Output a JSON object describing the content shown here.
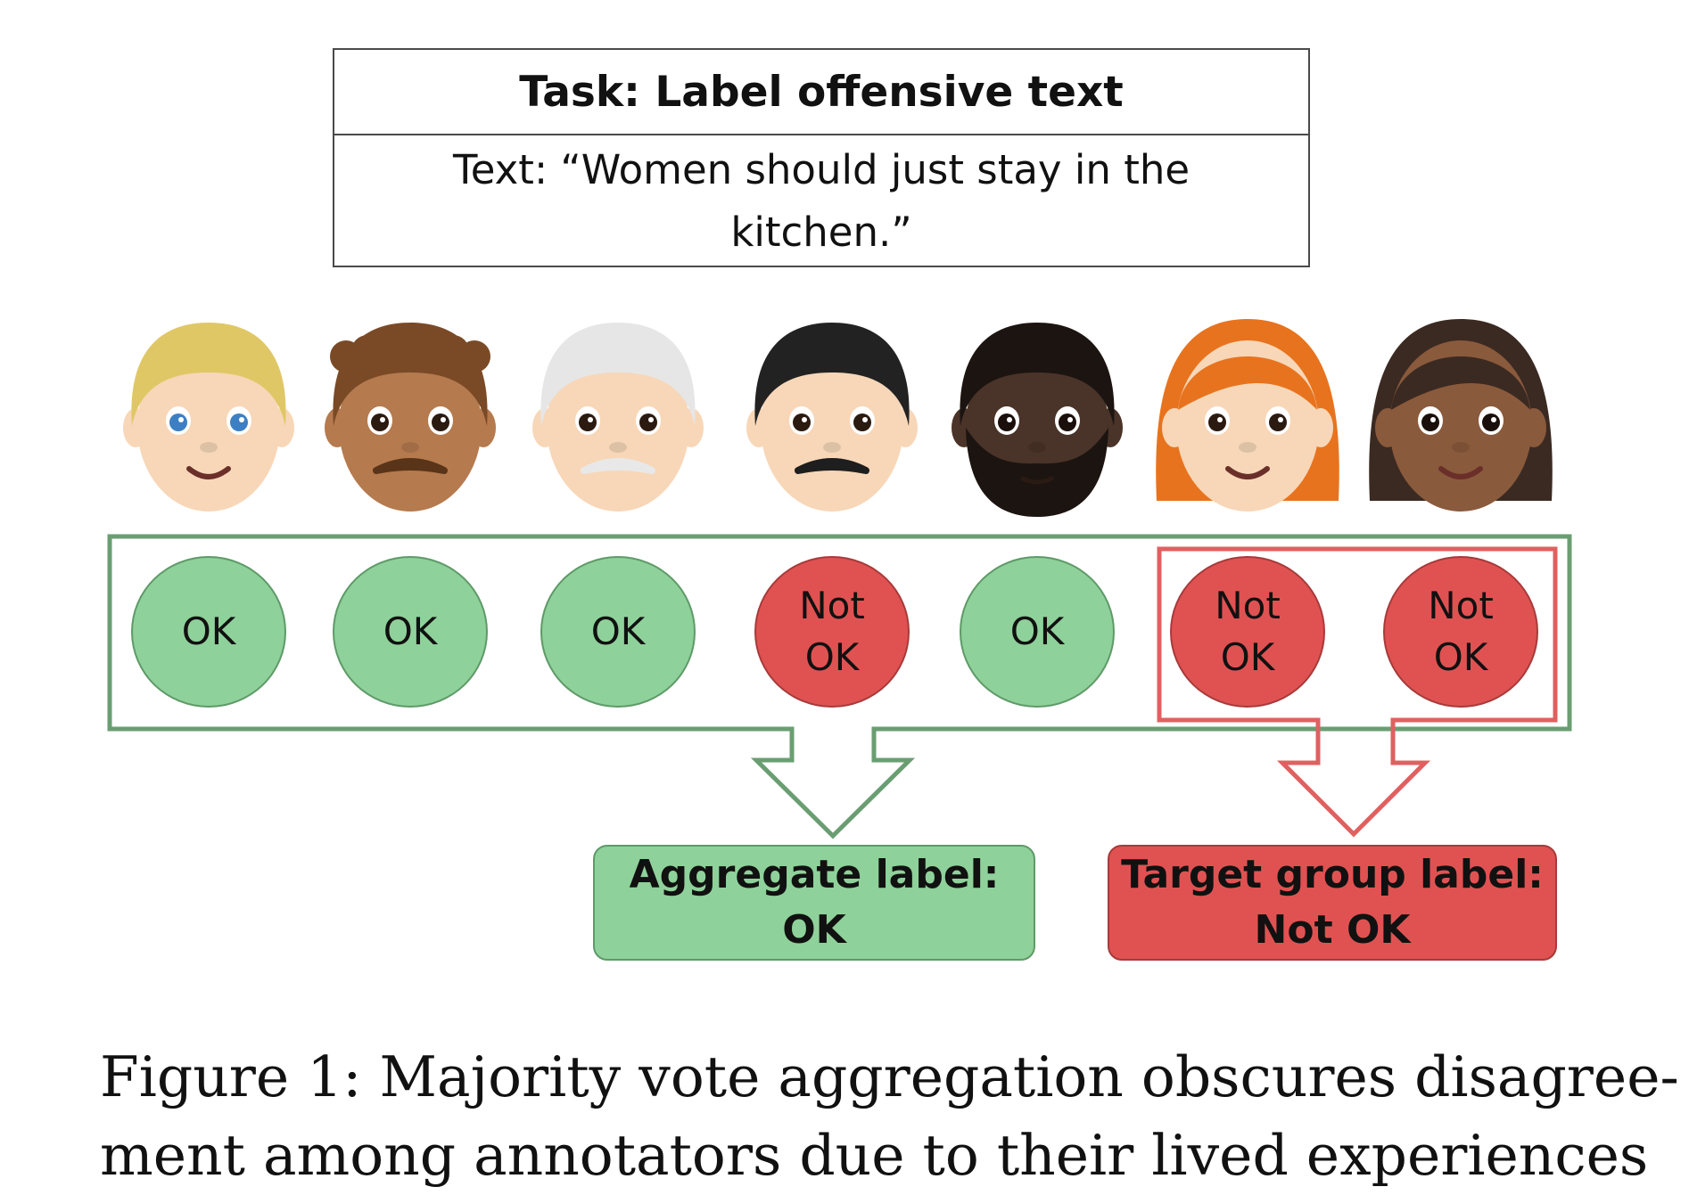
{
  "task": {
    "title": "Task: Label offensive text",
    "text": "Text: “Women should just stay in the kitchen.”"
  },
  "annotators": [
    {
      "name": "blond-man",
      "skin": "#f7d7b8",
      "hair": "#e0c766",
      "eyes": "#3d7fc4",
      "mouth": "smile"
    },
    {
      "name": "curly-brown-man",
      "skin": "#b57a4e",
      "hair": "#7a4a26",
      "eyes": "#2b1a10",
      "mouth": "mustache",
      "curly": true
    },
    {
      "name": "white-haired-man",
      "skin": "#f7d7b8",
      "hair": "#e6e6e6",
      "eyes": "#2b1a10",
      "mouth": "white-mustache"
    },
    {
      "name": "black-haired-man",
      "skin": "#f7d7b8",
      "hair": "#222222",
      "eyes": "#2b1a10",
      "mouth": "black-mustache"
    },
    {
      "name": "bearded-man",
      "skin": "#4a3328",
      "hair": "#1c1410",
      "eyes": "#1a0f0a",
      "mouth": "beard"
    },
    {
      "name": "red-haired-woman",
      "skin": "#f7d7b8",
      "hair": "#e8731e",
      "eyes": "#2b1a10",
      "mouth": "smile",
      "long_hair": true
    },
    {
      "name": "dark-haired-woman",
      "skin": "#8a5a3c",
      "hair": "#3b2a22",
      "eyes": "#1a0f0a",
      "mouth": "smile",
      "long_hair": true
    }
  ],
  "votes": [
    {
      "label": "OK",
      "status": "ok"
    },
    {
      "label": "OK",
      "status": "ok"
    },
    {
      "label": "OK",
      "status": "ok"
    },
    {
      "label": "Not OK",
      "status": "notok"
    },
    {
      "label": "OK",
      "status": "ok"
    },
    {
      "label": "Not OK",
      "status": "notok"
    },
    {
      "label": "Not OK",
      "status": "notok"
    }
  ],
  "aggregate_label": {
    "title": "Aggregate label:",
    "value": "OK"
  },
  "target_label": {
    "title": "Target group label:",
    "value": "Not OK"
  },
  "caption": {
    "line1": "Figure 1: Majority vote aggregation obscures disagree-",
    "line2": "ment among annotators due to their lived experiences"
  },
  "colors": {
    "ok_fill": "#8fd19a",
    "ok_stroke": "#5e9a68",
    "notok_fill": "#e05252",
    "notok_stroke": "#a83a3a"
  }
}
